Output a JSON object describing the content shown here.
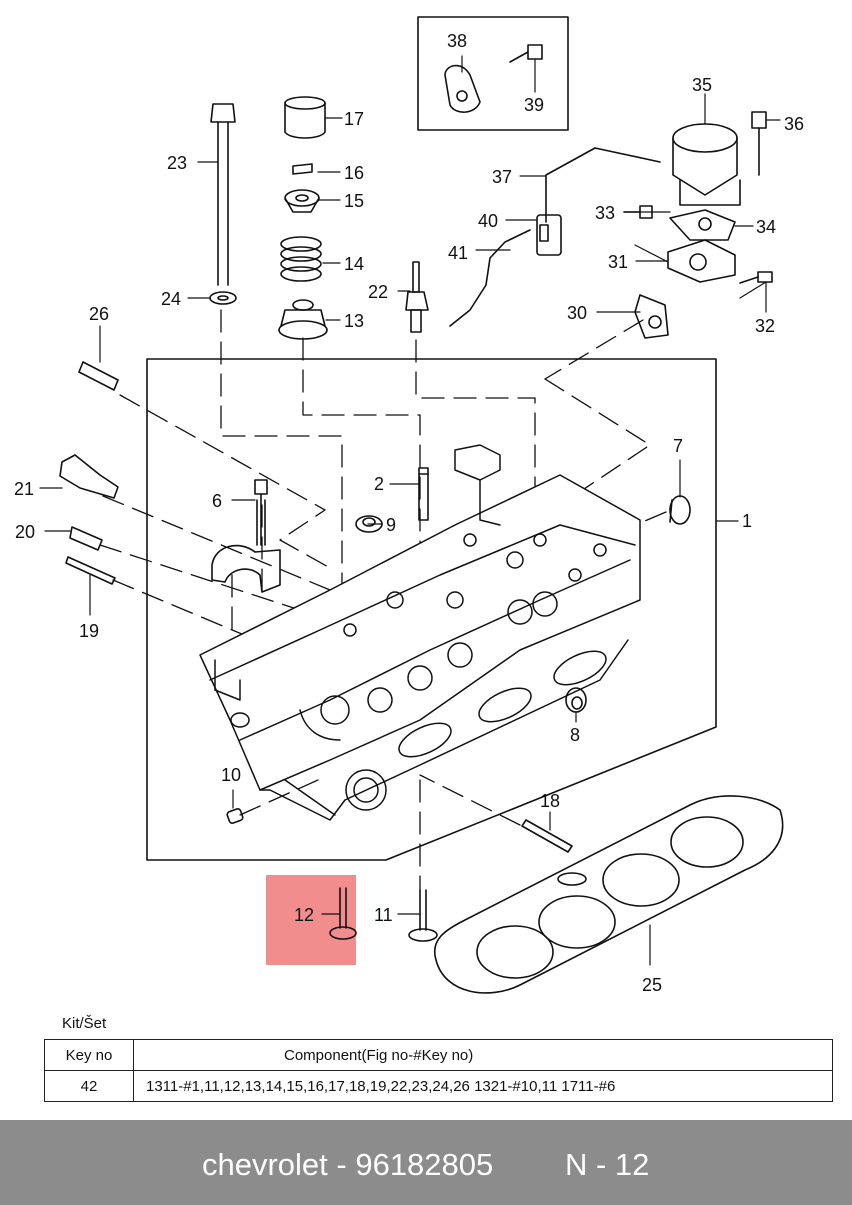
{
  "diagram": {
    "callouts": [
      "1",
      "2",
      "6",
      "7",
      "8",
      "9",
      "10",
      "11",
      "12",
      "13",
      "14",
      "15",
      "16",
      "17",
      "18",
      "19",
      "20",
      "21",
      "22",
      "23",
      "24",
      "25",
      "26",
      "30",
      "31",
      "32",
      "33",
      "34",
      "35",
      "36",
      "37",
      "38",
      "39",
      "40",
      "41"
    ]
  },
  "kit": {
    "title": "Kit/Šet",
    "headers": [
      "Key no",
      "Component(Fig no-#Key no)"
    ],
    "rows": [
      [
        "42",
        "1311-#1,11,12,13,14,15,16,17,18,19,22,23,24,26  1321-#10,11  1711-#6"
      ]
    ]
  },
  "footer": {
    "part_text": "chevrolet - 96182805",
    "page_text": "N - 12"
  },
  "colors": {
    "highlight": "#f28d8d",
    "footer_bg": "#8c8c8c"
  }
}
